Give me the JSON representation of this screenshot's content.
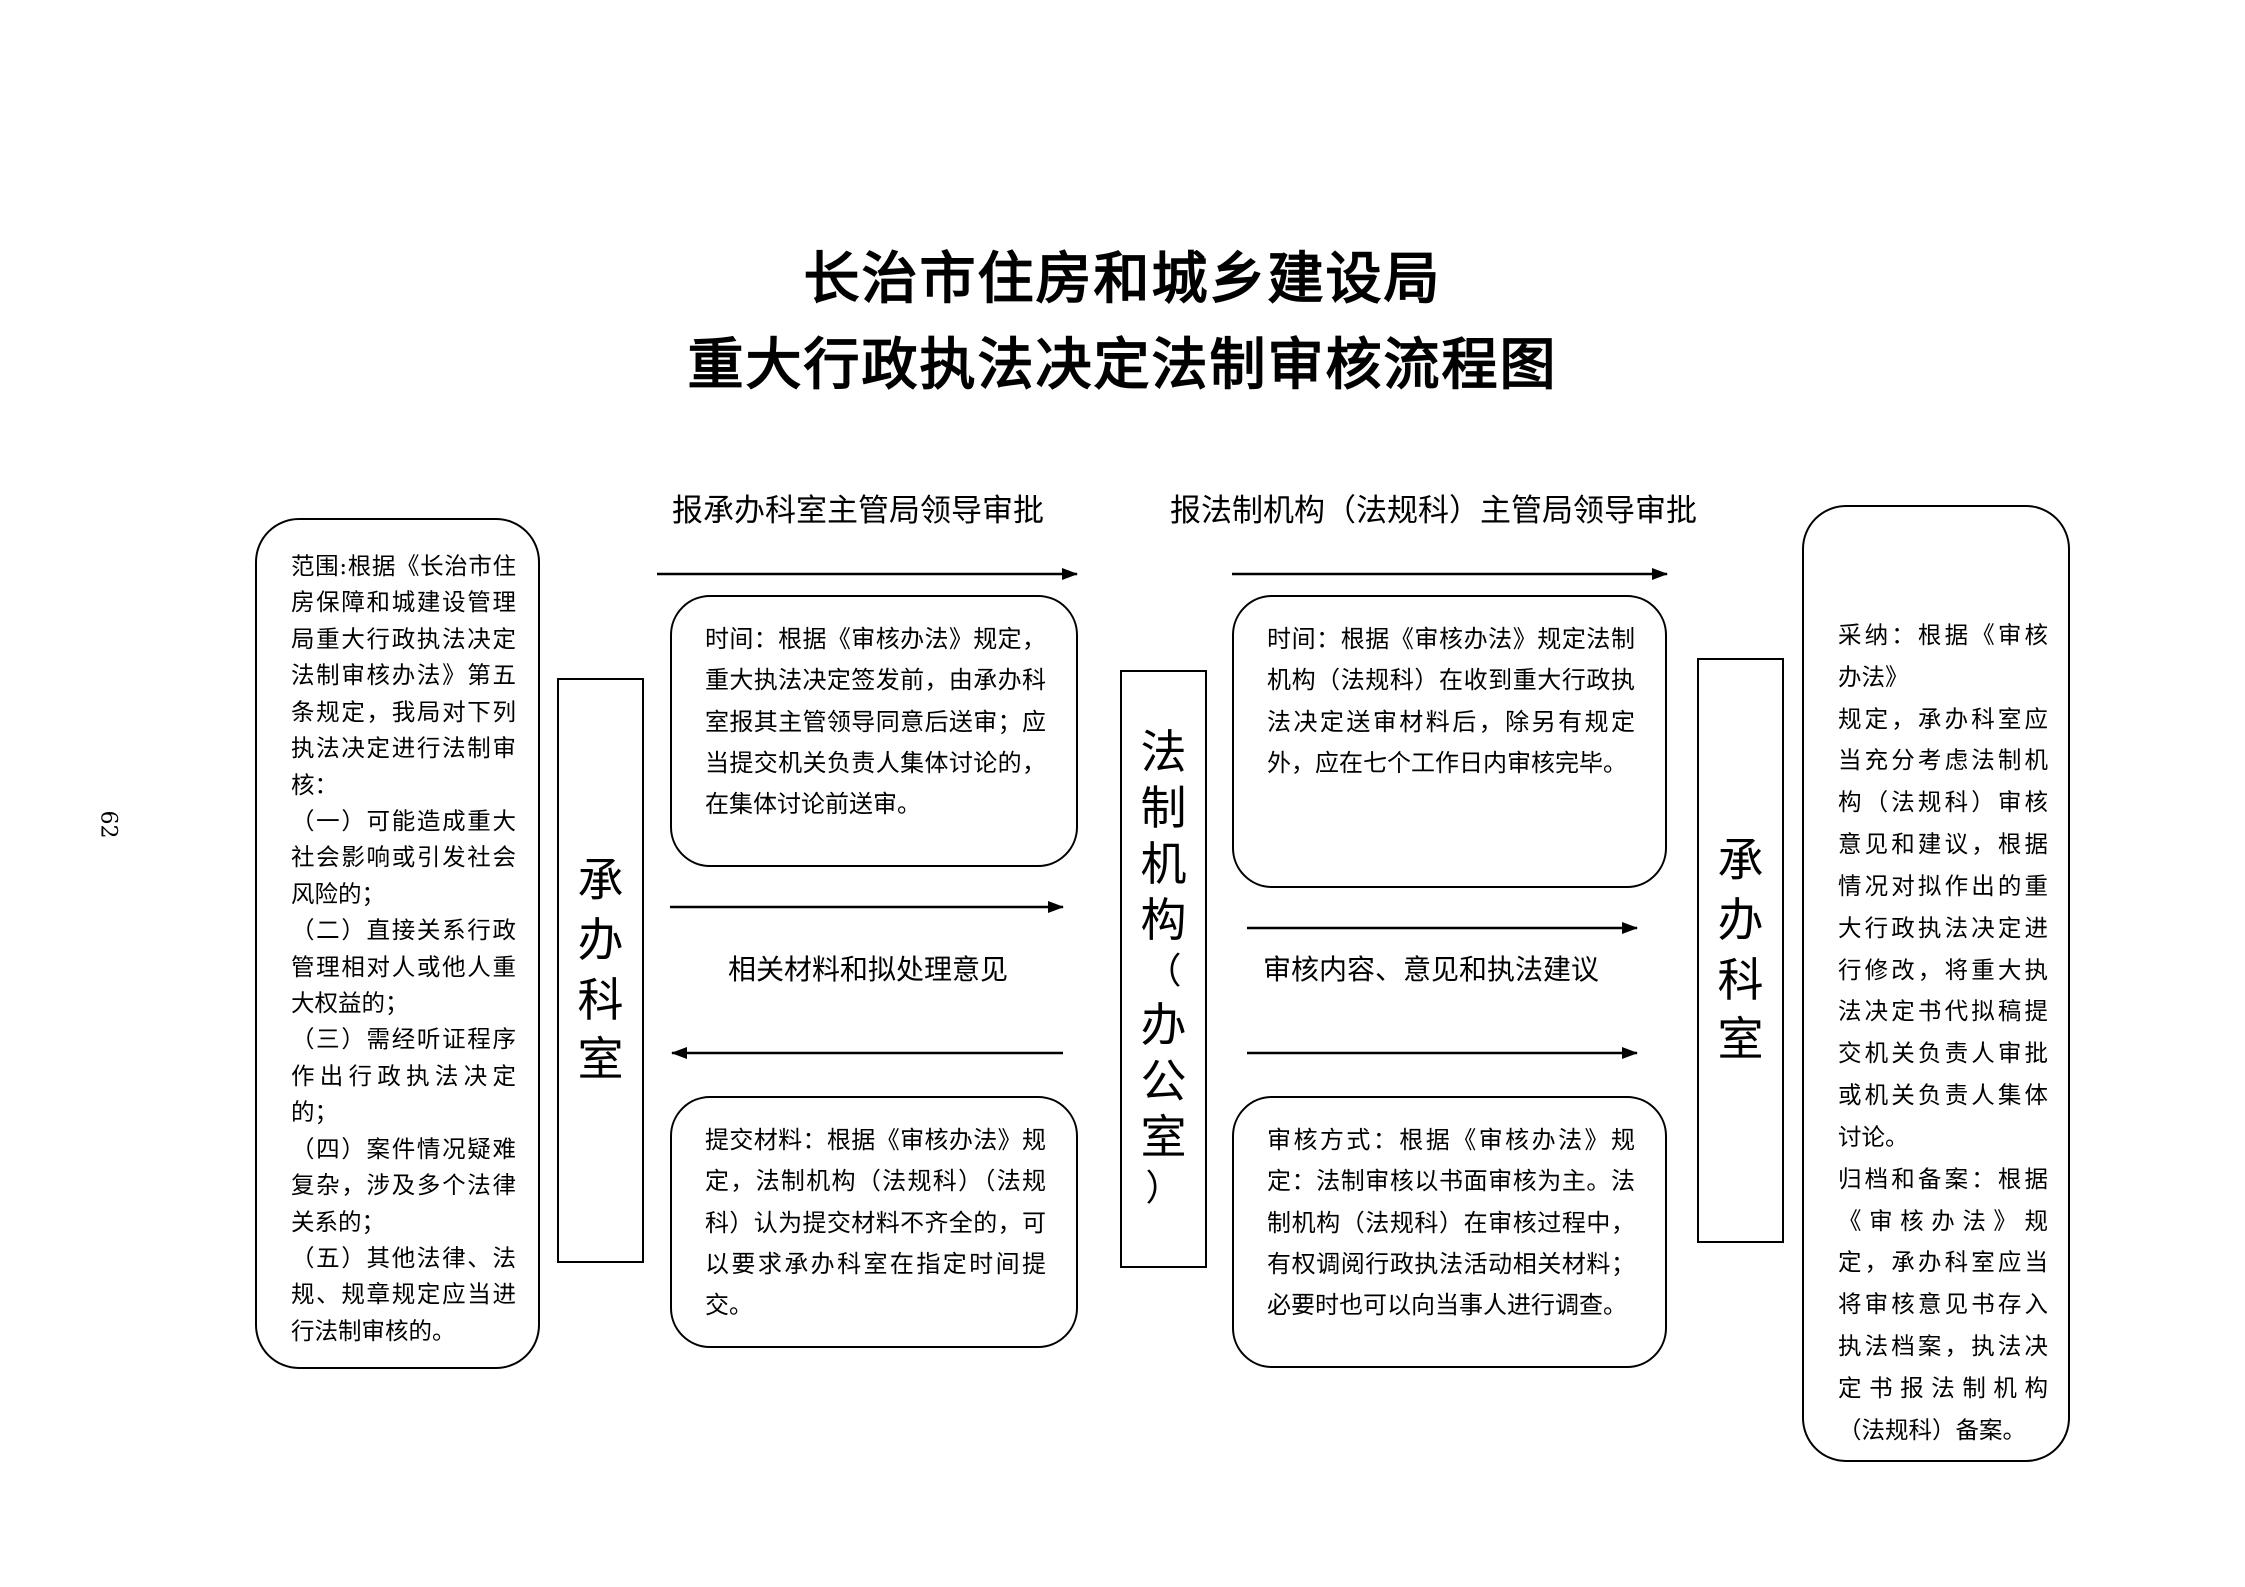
{
  "title": {
    "line1": "长治市住房和城乡建设局",
    "line2": "重大行政执法决定法制审核流程图"
  },
  "page_number": "62",
  "captions": {
    "top_left": "报承办科室主管局领导审批",
    "top_right": "报法制机构（法规科）主管局领导审批",
    "mid_left": "相关材料和拟处理意见",
    "mid_right": "审核内容、意见和执法建议"
  },
  "scope_box": {
    "lines": [
      "范围:根据《长治市住房保障和城建设管理局重大行政执法决定法制审核办法》第五条规定，我局对下列执法决定进行法制审核：",
      "（一）可能造成重大社会影响或引发社会风险的；",
      "（二）直接关系行政管理相对人或他人重大权益的；",
      "（三）需经听证程序作出行政执法决定的；",
      "（四）案件情况疑难复杂，涉及多个法律关系的；",
      "（五）其他法律、法规、规章规定应当进行法制审核的。"
    ]
  },
  "left_unit": {
    "chars": [
      "承",
      "办",
      "科",
      "室"
    ]
  },
  "center_unit": {
    "chars": [
      "法",
      "制",
      "机",
      "构",
      "（",
      "办",
      "公",
      "室",
      "）"
    ]
  },
  "right_unit": {
    "chars": [
      "承",
      "办",
      "科",
      "室"
    ]
  },
  "boxes": {
    "time_left": "时间：根据《审核办法》规定，重大执法决定签发前，由承办科室报其主管领导同意后送审；应当提交机关负责人集体讨论的，在集体讨论前送审。",
    "time_right": "时间：根据《审核办法》规定法制机构（法规科）在收到重大行政执法决定送审材料后，除另有规定外，应在七个工作日内审核完毕。",
    "submit_left": "提交材料：根据《审核办法》规定，法制机构（法规科）（法规科）认为提交材料不齐全的，可以要求承办科室在指定时间提交。",
    "method_right": "审核方式：根据《审核办法》规定：法制审核以书面审核为主。法制机构（法规科）在审核过程中，有权调阅行政执法活动相关材料；必要时也可以向当事人进行调查。"
  },
  "adopt_box": {
    "lines": [
      "采纳：根据《审核办法》",
      "规定，承办科室应当充分考虑法制机构（法规科）审核意见和建议，根据情况对拟作出的重大行政执法决定进行修改，将重大执法决定书代拟稿提交机关负责人审批或机关负责人集体讨论。",
      "归档和备案：根据《审核办法》规定，承办科室应当将审核意见书存入执法档案，执法决定书报法制机构（法规科）备案。"
    ]
  }
}
